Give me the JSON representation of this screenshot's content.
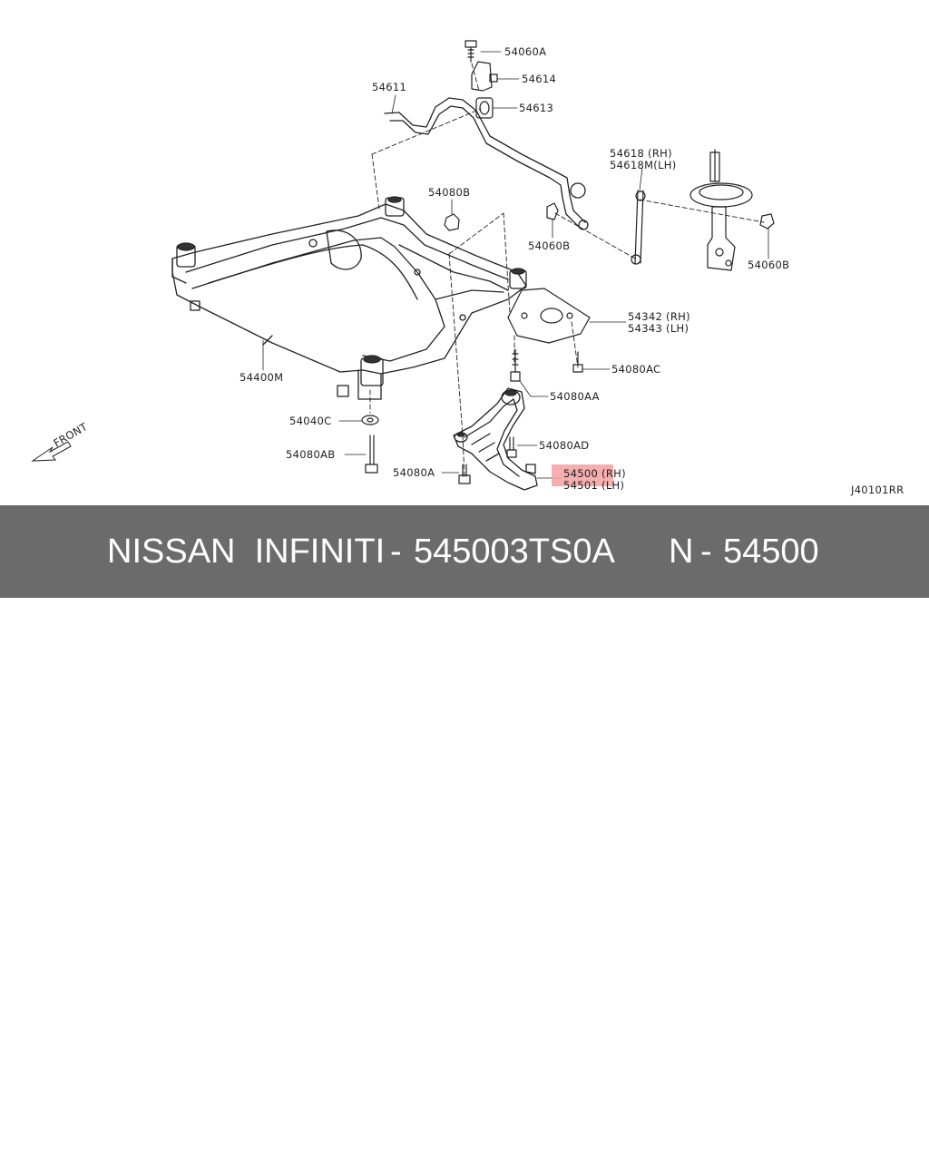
{
  "diagram": {
    "code": "J40101RR",
    "front_label": "FRONT",
    "highlight_color": "#f4a0a0",
    "labels": {
      "l54060A": "54060A",
      "l54614": "54614",
      "l54611": "54611",
      "l54613": "54613",
      "l54618": "54618  (RH)",
      "l54618M": "54618M(LH)",
      "l54080B": "54080B",
      "l54060B_a": "54060B",
      "l54060B_b": "54060B",
      "l54342": "54342 (RH)",
      "l54343": "54343 (LH)",
      "l54400M": "54400M",
      "l54080AC": "54080AC",
      "l54080AA": "54080AA",
      "l54040C": "54040C",
      "l54080AD": "54080AD",
      "l54080AB": "54080AB",
      "l54080A": "54080A",
      "l54500": "54500 (RH)",
      "l54501": "54501 (LH)"
    }
  },
  "footer": {
    "brand": "NISSAN  INFINITI",
    "separator1": "-",
    "part_number": "545003TS0A",
    "ref_prefix": "N",
    "separator2": "-",
    "ref_number": "54500"
  }
}
